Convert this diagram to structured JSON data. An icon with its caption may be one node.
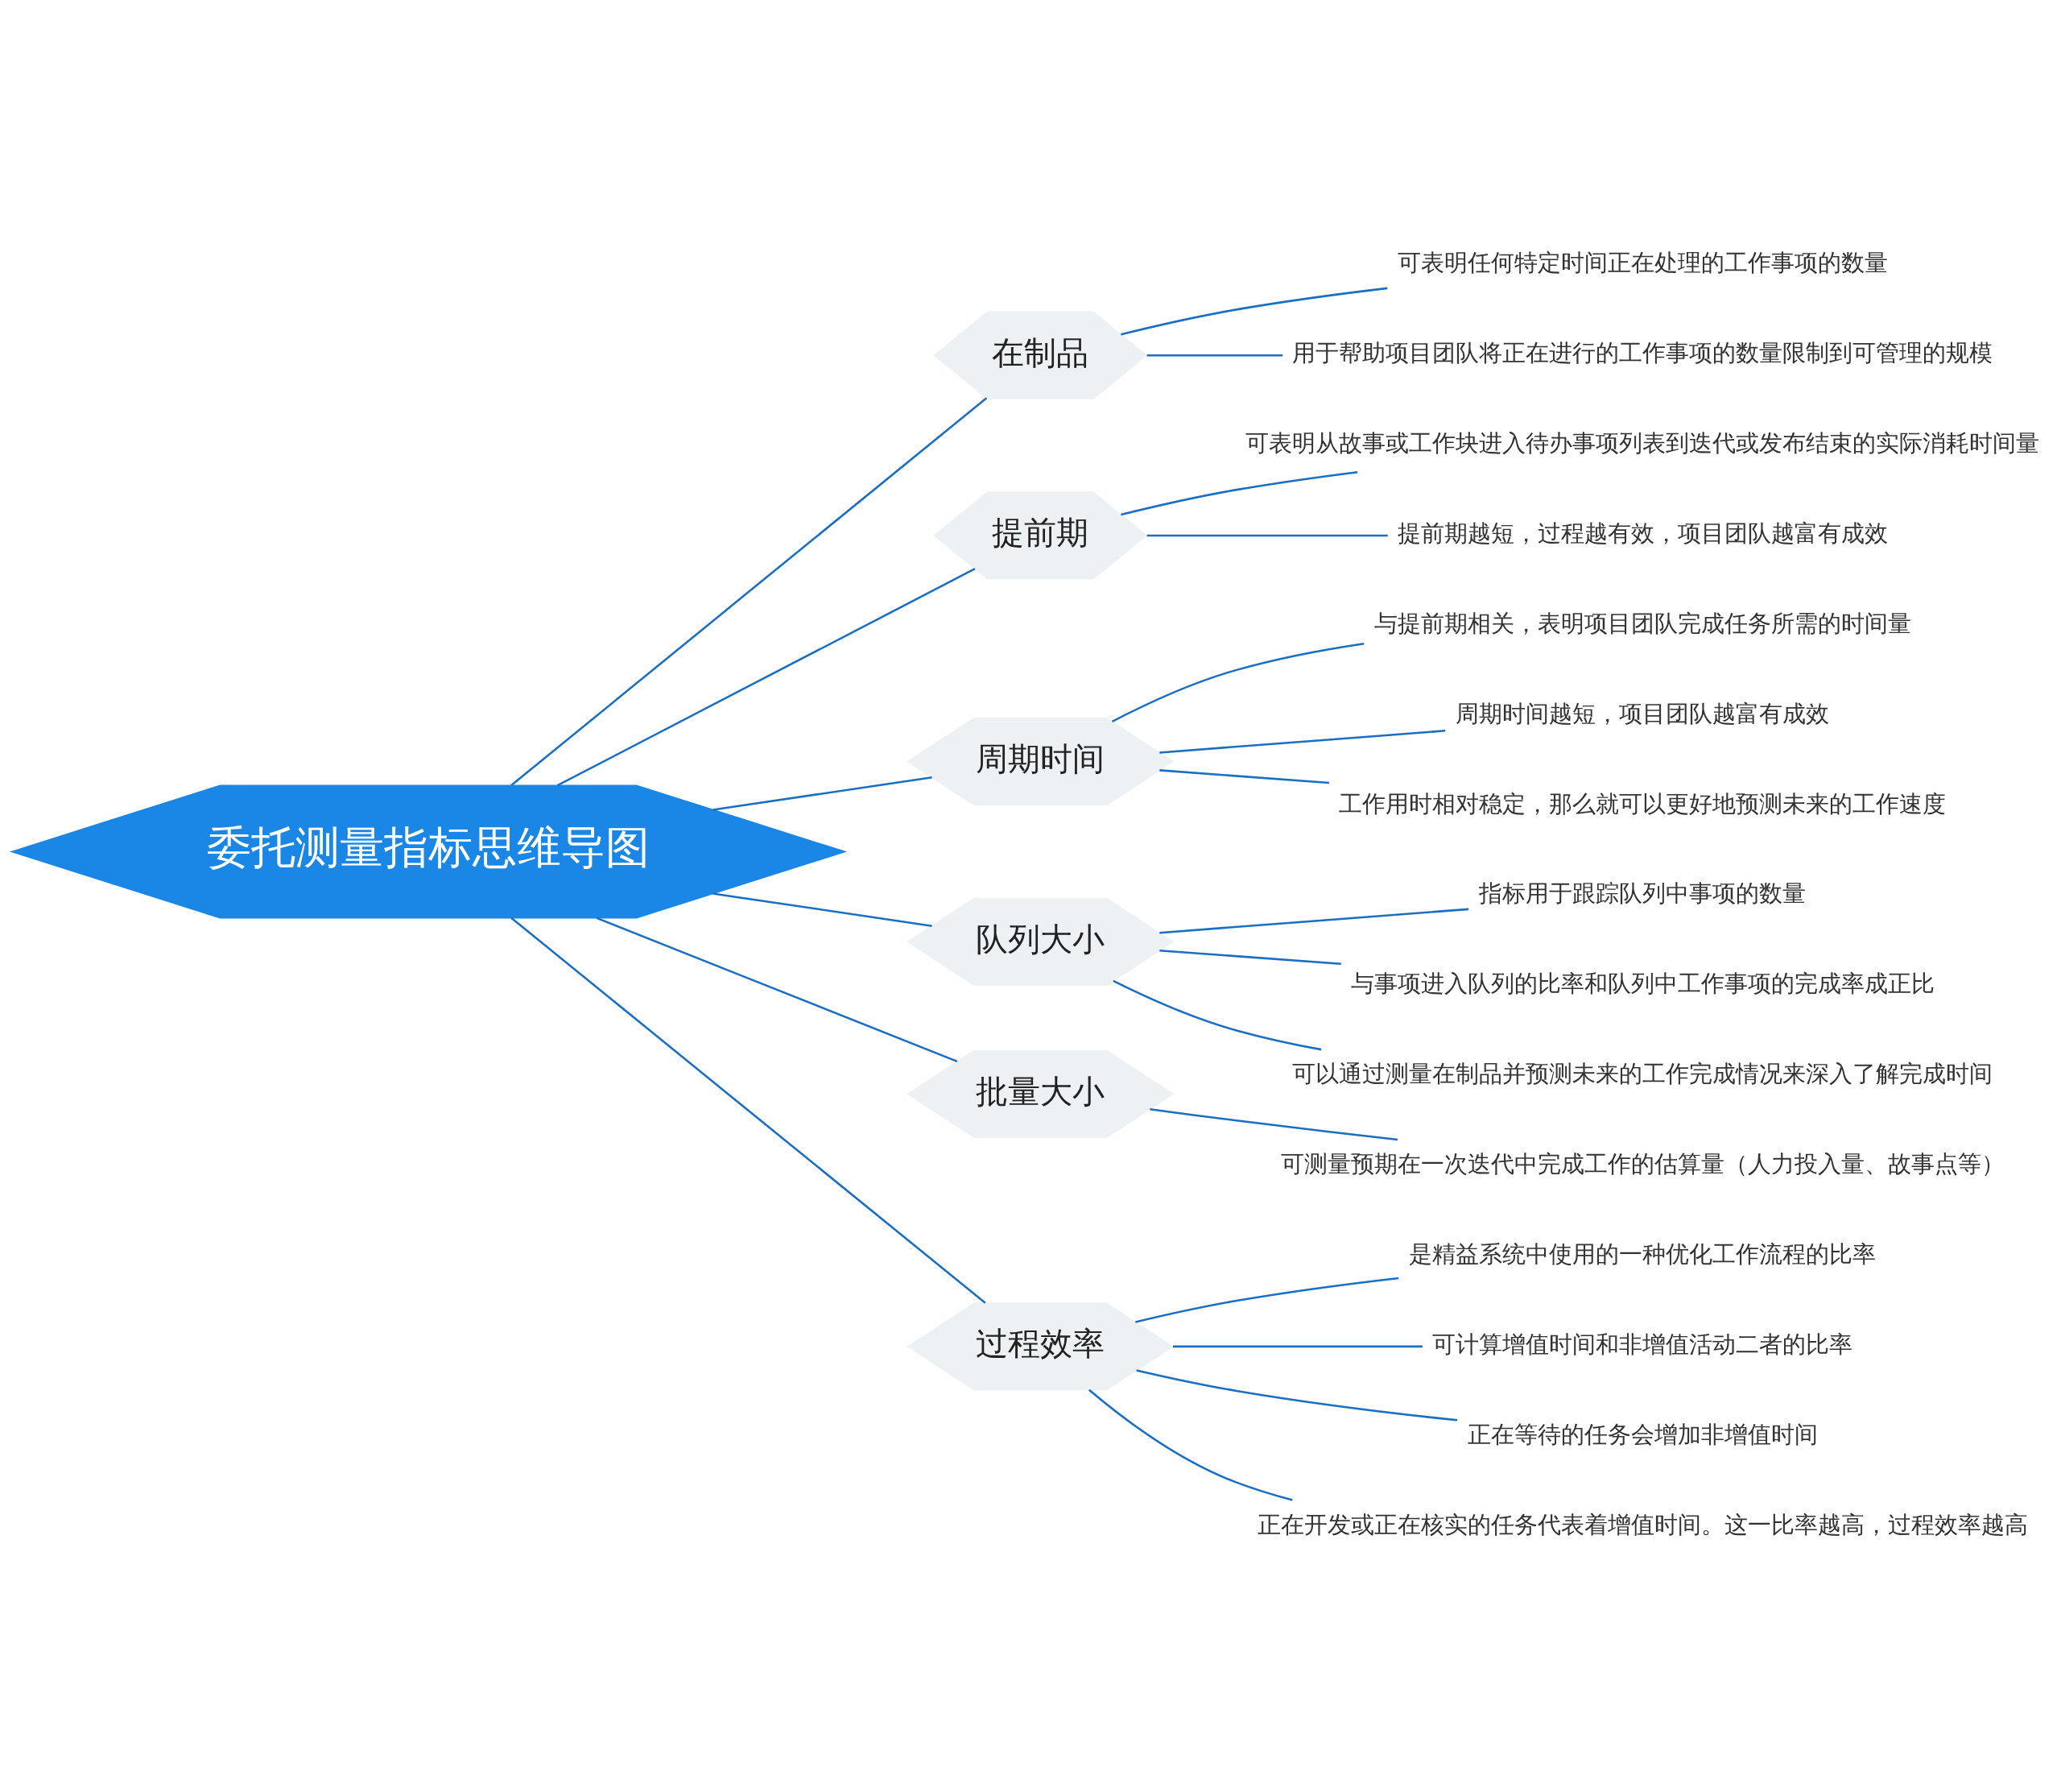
{
  "diagram": {
    "nodes": [
      {
        "text": [
          "委托测量指标思维导图"
        ]
      },
      {
        "text": [
          "在制品"
        ]
      },
      {
        "text": [
          "可表明任何特定时间正在处理的工作事项的数量"
        ]
      },
      {
        "text": [
          "用于帮助项目团队将正在进行的工作事项的数量限制到可管理的规模"
        ]
      },
      {
        "text": [
          "提前期"
        ]
      },
      {
        "text": [
          "可表明从故事或工作块进入待办事项列表到迭代或发布结束的实际消耗时间量"
        ]
      },
      {
        "text": [
          "提前期越短，过程越有效，项目团队越富有成效"
        ]
      },
      {
        "text": [
          "周期时间"
        ]
      },
      {
        "text": [
          "与提前期相关，表明项目团队完成任务所需的时间量"
        ]
      },
      {
        "text": [
          "周期时间越短，项目团队越富有成效"
        ]
      },
      {
        "text": [
          "工作用时相对稳定，那么就可以更好地预测未来的工作速度"
        ]
      },
      {
        "text": [
          "队列大小"
        ]
      },
      {
        "text": [
          "指标用于跟踪队列中事项的数量"
        ]
      },
      {
        "text": [
          "与事项进入队列的比率和队列中工作事项的完成率成正比"
        ]
      },
      {
        "text": [
          "可以通过测量在制品并预测未来的工作完成情况来深入了解完成时间"
        ]
      },
      {
        "text": [
          "批量大小"
        ]
      },
      {
        "text": [
          "可测量预期在一次迭代中完成工作的估算量（人力投入量、故事点等）"
        ]
      },
      {
        "text": [
          "过程效率"
        ]
      },
      {
        "text": [
          "是精益系统中使用的一种优化工作流程的比率"
        ]
      },
      {
        "text": [
          "可计算增值时间和非增值活动二者的比率"
        ]
      },
      {
        "text": [
          "正在等待的任务会增加非增值时间"
        ]
      },
      {
        "text": [
          "正在开发或正在核实的任务代表着增值时间。这一比率越高，过程效率越高"
        ]
      }
    ],
    "edges": [
      {
        "from": 0,
        "to": 1,
        "arrow": "none"
      },
      {
        "from": 1,
        "to": 2,
        "arrow": "none"
      },
      {
        "from": 1,
        "to": 3,
        "arrow": "none"
      },
      {
        "from": 0,
        "to": 4,
        "arrow": "none"
      },
      {
        "from": 4,
        "to": 5,
        "arrow": "none"
      },
      {
        "from": 4,
        "to": 6,
        "arrow": "none"
      },
      {
        "from": 0,
        "to": 7,
        "arrow": "none"
      },
      {
        "from": 7,
        "to": 8,
        "arrow": "none"
      },
      {
        "from": 7,
        "to": 9,
        "arrow": "none"
      },
      {
        "from": 7,
        "to": 10,
        "arrow": "none"
      },
      {
        "from": 0,
        "to": 11,
        "arrow": "none"
      },
      {
        "from": 11,
        "to": 12,
        "arrow": "none"
      },
      {
        "from": 11,
        "to": 13,
        "arrow": "none"
      },
      {
        "from": 11,
        "to": 14,
        "arrow": "none"
      },
      {
        "from": 0,
        "to": 15,
        "arrow": "none"
      },
      {
        "from": 15,
        "to": 16,
        "arrow": "none"
      },
      {
        "from": 0,
        "to": 17,
        "arrow": "none"
      },
      {
        "from": 17,
        "to": 18,
        "arrow": "none"
      },
      {
        "from": 17,
        "to": 19,
        "arrow": "none"
      },
      {
        "from": 17,
        "to": 20,
        "arrow": "none"
      },
      {
        "from": 17,
        "to": 21,
        "arrow": "none"
      }
    ]
  }
}
